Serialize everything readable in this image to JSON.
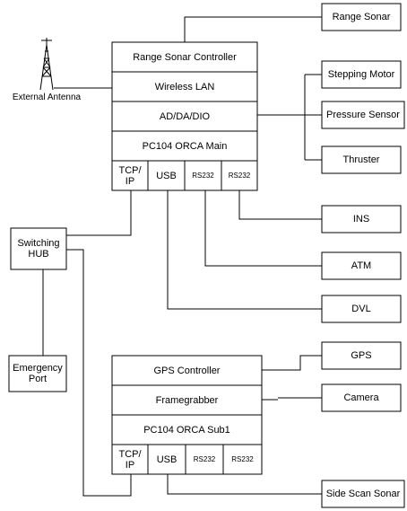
{
  "antenna": {
    "label": "External Antenna"
  },
  "main_stack": {
    "controller": "Range Sonar Controller",
    "wlan": "Wireless LAN",
    "io": "AD/DA/DIO",
    "cpu": "PC104 ORCA Main",
    "ports": [
      "TCP/\nIP",
      "USB",
      "RS232",
      "RS232"
    ]
  },
  "sub_stack": {
    "controller": "GPS Controller",
    "framegrabber": "Framegrabber",
    "cpu": "PC104 ORCA Sub1",
    "ports": [
      "TCP/\nIP",
      "USB",
      "RS232",
      "RS232"
    ]
  },
  "hub": {
    "label": "Switching\nHUB"
  },
  "emergency": {
    "label": "Emergency\nPort"
  },
  "devices": {
    "range_sonar": "Range Sonar",
    "stepping_motor": "Stepping Motor",
    "pressure_sensor": "Pressure Sensor",
    "thruster": "Thruster",
    "ins": "INS",
    "atm": "ATM",
    "dvl": "DVL",
    "gps": "GPS",
    "camera": "Camera",
    "side_scan_sonar": "Side Scan Sonar"
  }
}
